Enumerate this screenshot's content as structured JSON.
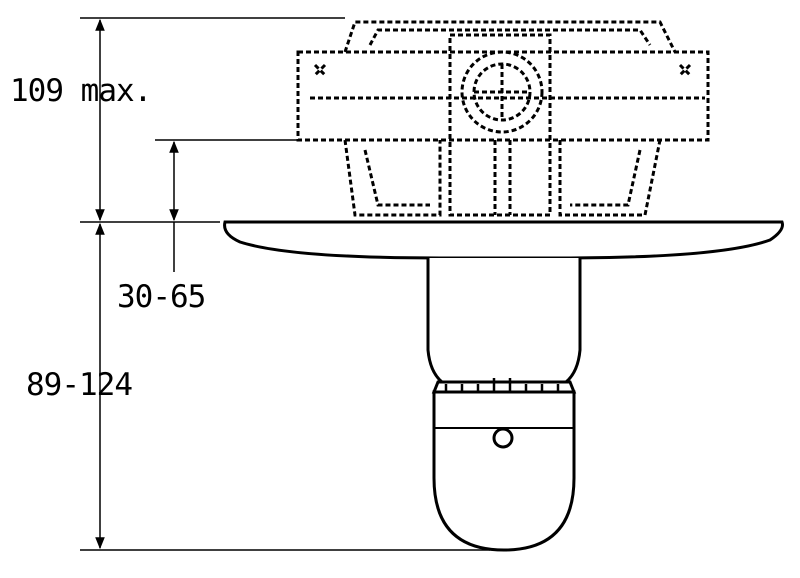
{
  "diagram": {
    "dimensions": {
      "installation_depth_label": "109 max.",
      "adjustment_range_label": "30-65",
      "projection_label": "89-124"
    },
    "colors": {
      "line": "#000000",
      "background": "#ffffff"
    }
  }
}
